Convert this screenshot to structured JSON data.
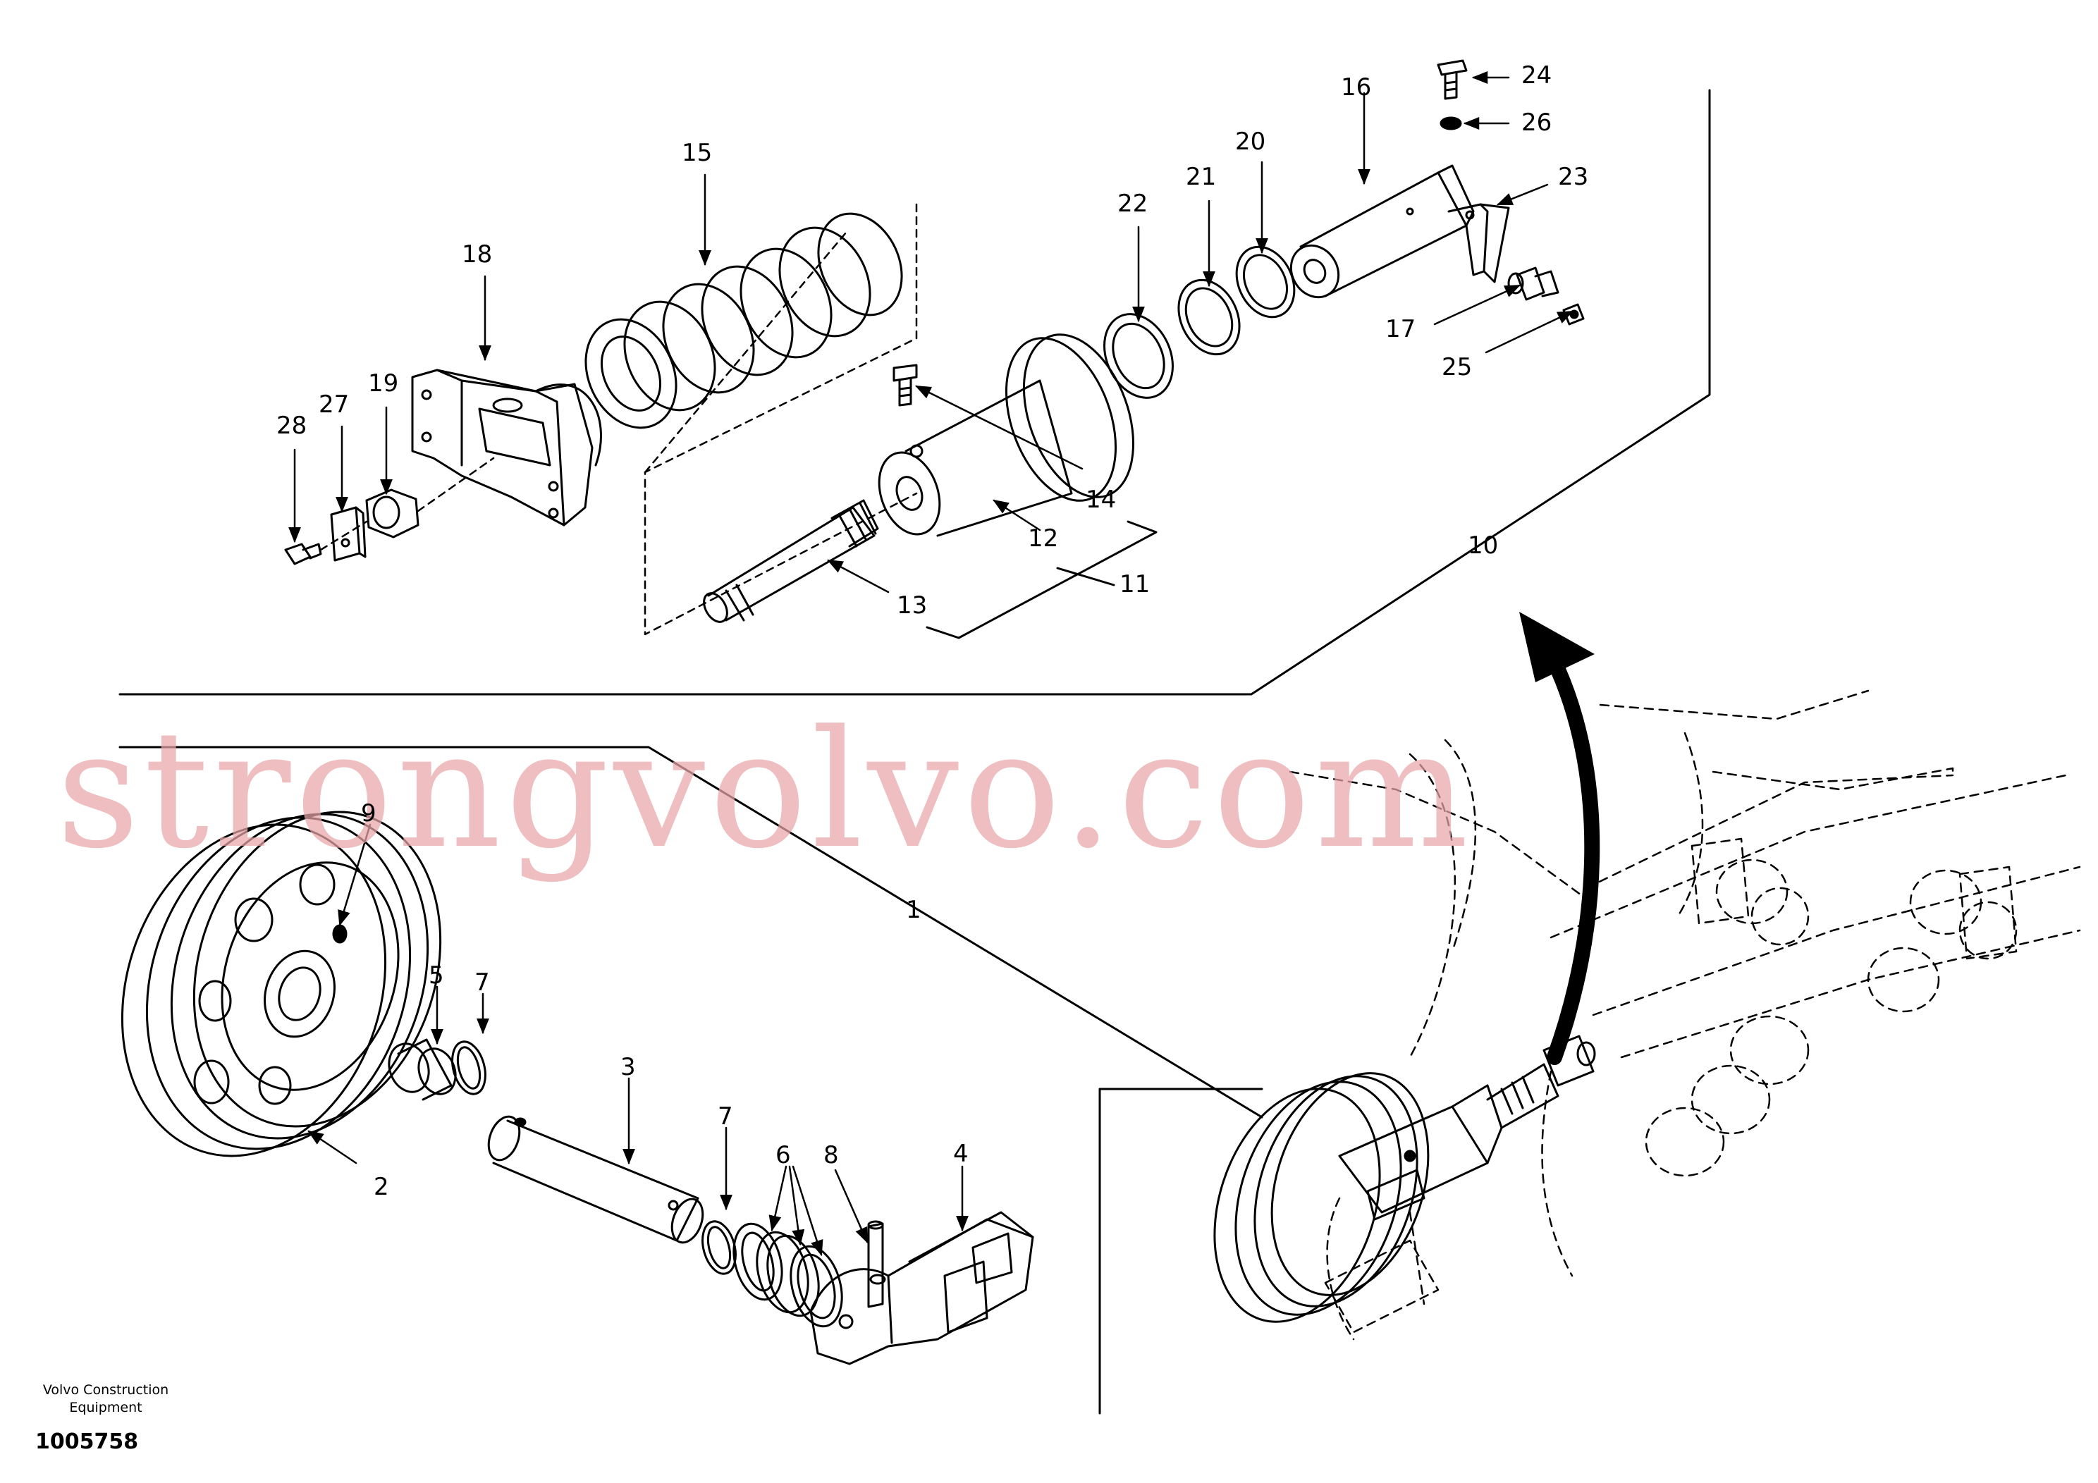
{
  "watermark": "strongvolvo.com",
  "footer": {
    "org_line1": "Volvo Construction",
    "org_line2": "Equipment",
    "drawing_number": "1005758"
  },
  "callouts": {
    "c1": "1",
    "c2": "2",
    "c3": "3",
    "c4": "4",
    "c5": "5",
    "c6": "6",
    "c7a": "7",
    "c7b": "7",
    "c8": "8",
    "c9": "9",
    "c10": "10",
    "c11": "11",
    "c12": "12",
    "c13": "13",
    "c14": "14",
    "c15": "15",
    "c16": "16",
    "c17": "17",
    "c18": "18",
    "c19": "19",
    "c20": "20",
    "c21": "21",
    "c22": "22",
    "c23": "23",
    "c24": "24",
    "c25": "25",
    "c26": "26",
    "c27": "27",
    "c28": "28"
  }
}
